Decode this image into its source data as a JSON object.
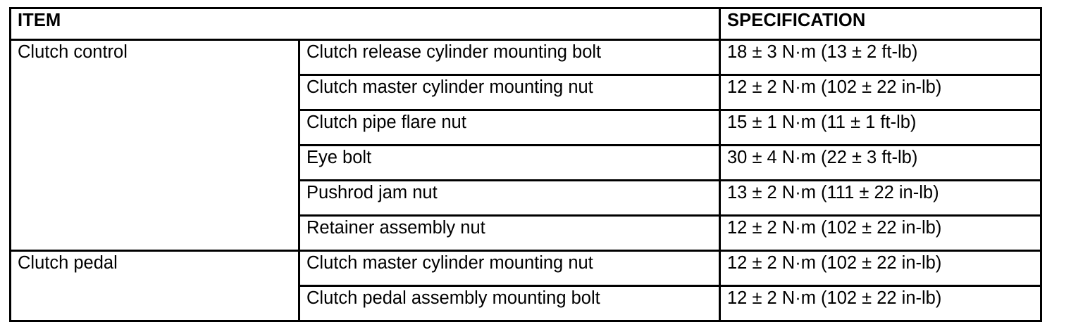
{
  "table": {
    "headers": {
      "item": "ITEM",
      "specification": "SPECIFICATION"
    },
    "groups": [
      {
        "name": "Clutch control",
        "rows": [
          {
            "item": "Clutch release cylinder mounting bolt",
            "specification": "18 ± 3 N·m (13 ± 2 ft-lb)"
          },
          {
            "item": "Clutch master cylinder mounting nut",
            "specification": "12 ± 2 N·m (102 ± 22 in-lb)"
          },
          {
            "item": "Clutch pipe flare nut",
            "specification": "15 ± 1 N·m (11 ± 1 ft-lb)"
          },
          {
            "item": "Eye bolt",
            "specification": "30 ± 4 N·m (22 ± 3 ft-lb)"
          },
          {
            "item": "Pushrod jam nut",
            "specification": "13 ± 2 N·m (111 ± 22 in-lb)"
          },
          {
            "item": "Retainer assembly nut",
            "specification": "12 ± 2 N·m (102 ± 22 in-lb)"
          }
        ]
      },
      {
        "name": "Clutch pedal",
        "rows": [
          {
            "item": "Clutch master cylinder mounting nut",
            "specification": "12 ± 2 N·m (102 ± 22 in-lb)"
          },
          {
            "item": "Clutch pedal assembly mounting bolt",
            "specification": "12 ± 2 N·m (102 ± 22 in-lb)"
          }
        ]
      }
    ]
  },
  "colors": {
    "border": "#000000",
    "text": "#000000",
    "background": "#ffffff"
  }
}
